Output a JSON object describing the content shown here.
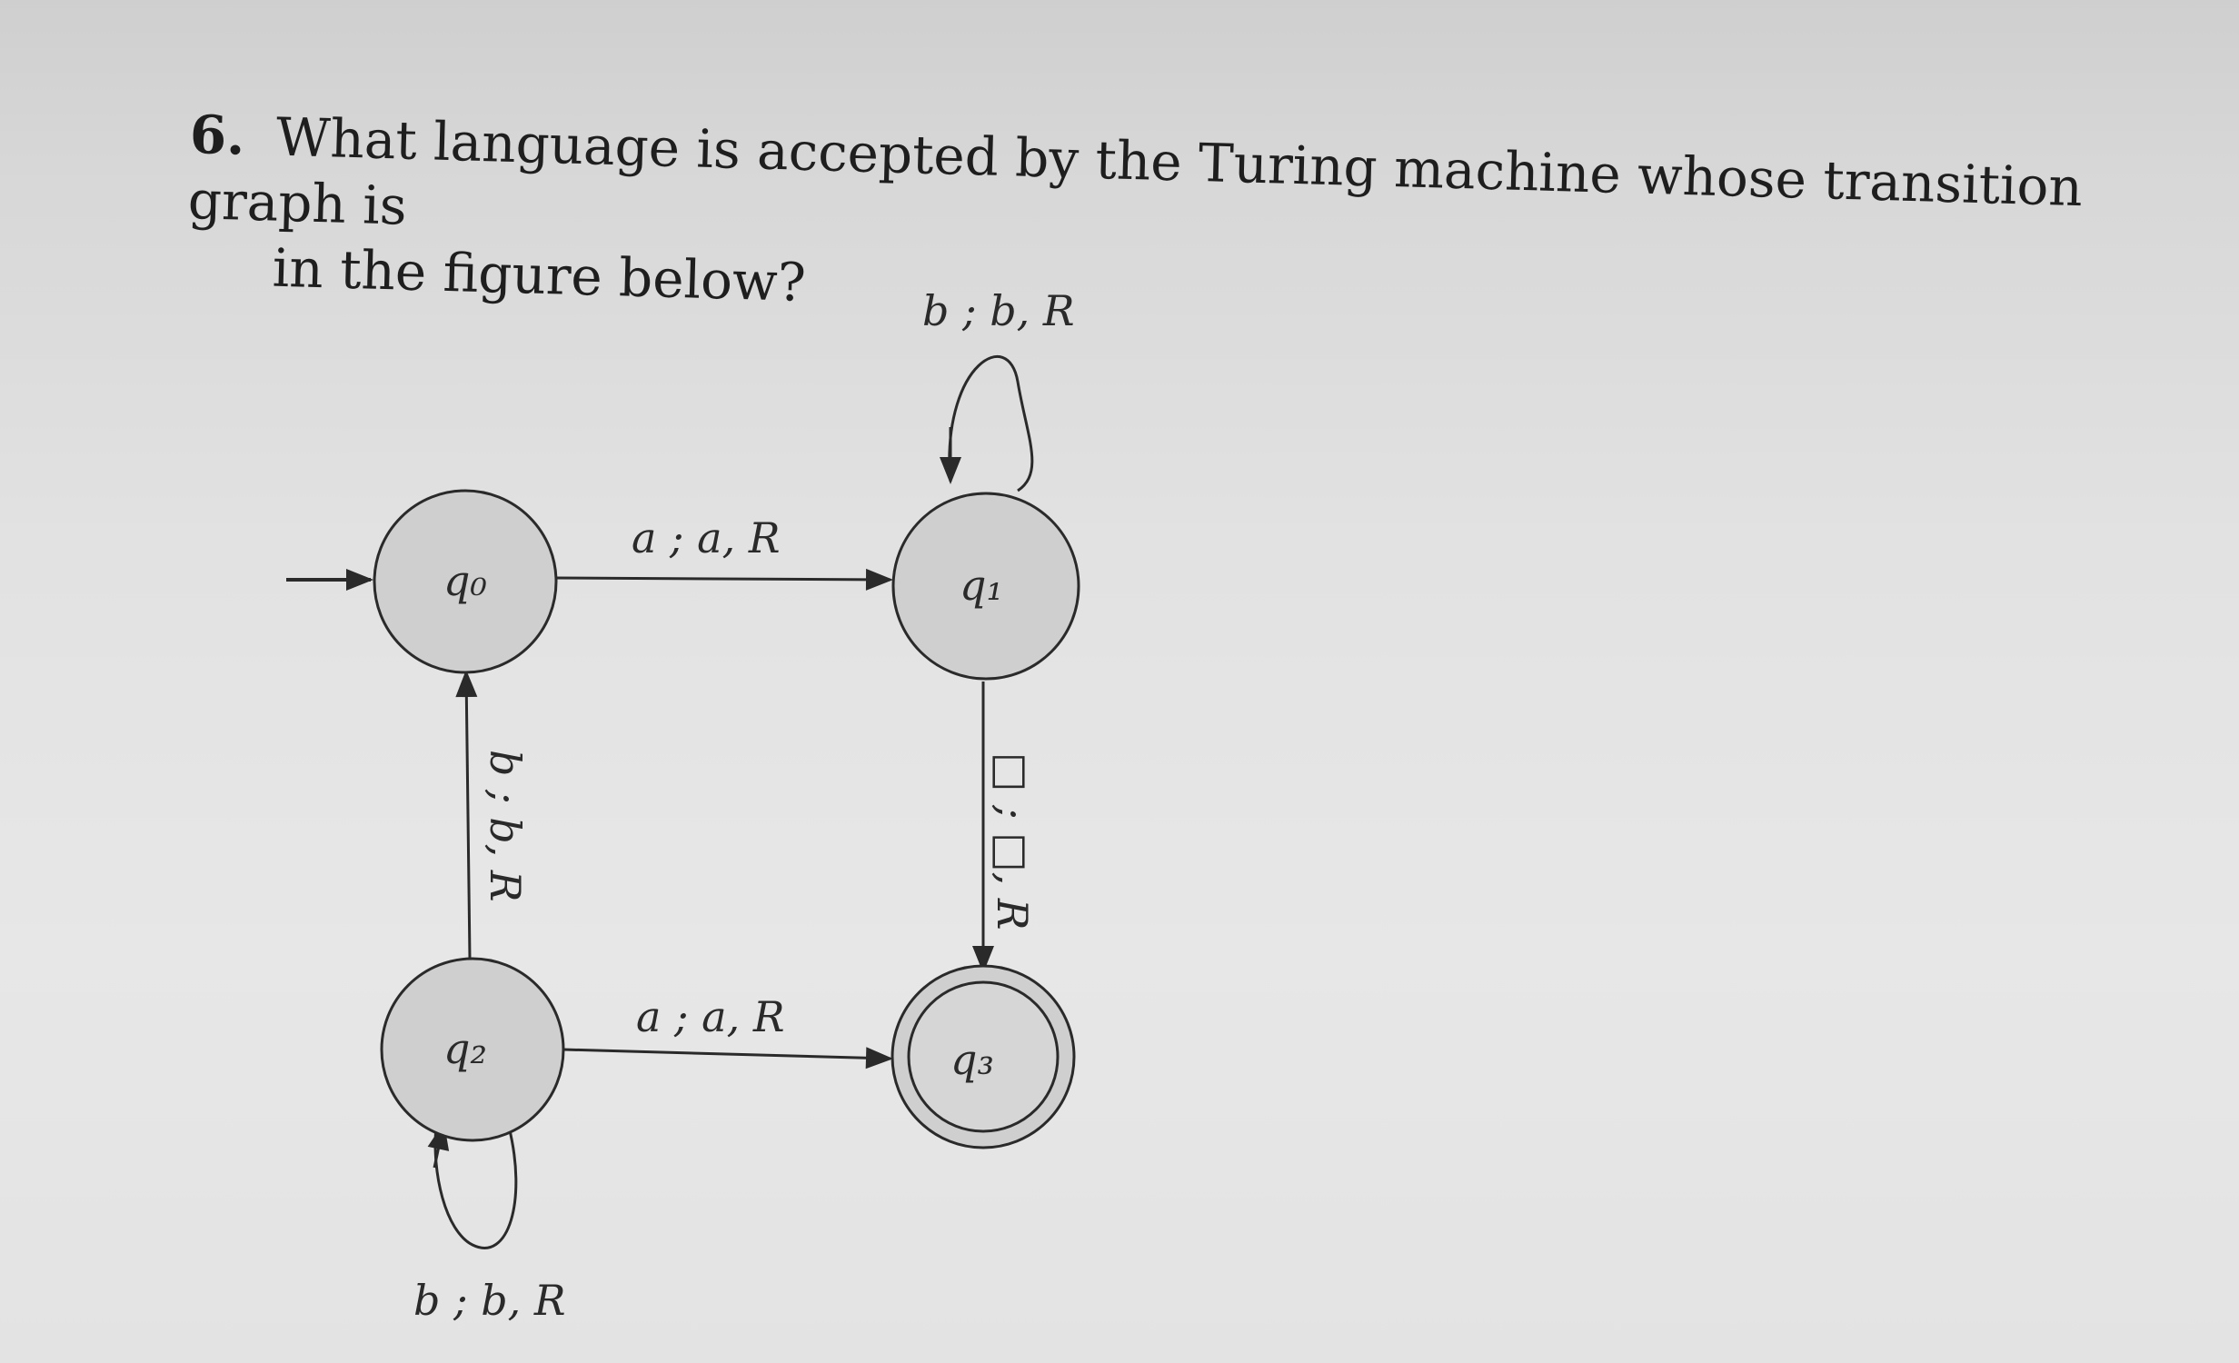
{
  "question": {
    "number": "6.",
    "line1": "What language is accepted by the Turing machine whose transition graph is",
    "line2": "in the figure below?"
  },
  "diagram": {
    "states": [
      {
        "id": "q0",
        "label": "q₀",
        "start": true,
        "accepting": false
      },
      {
        "id": "q1",
        "label": "q₁",
        "start": false,
        "accepting": false
      },
      {
        "id": "q2",
        "label": "q₂",
        "start": false,
        "accepting": false
      },
      {
        "id": "q3",
        "label": "q₃",
        "start": false,
        "accepting": true
      }
    ],
    "transitions": [
      {
        "from": "q0",
        "to": "q1",
        "label": "a ; a, R"
      },
      {
        "from": "q1",
        "to": "q1",
        "label": "b ; b, R"
      },
      {
        "from": "q1",
        "to": "q3",
        "label": "□ ; □, R"
      },
      {
        "from": "q2",
        "to": "q0",
        "label": "b ; b, R"
      },
      {
        "from": "q2",
        "to": "q2",
        "label": "b ; b, R"
      },
      {
        "from": "q2",
        "to": "q3",
        "label": "a ; a, R"
      }
    ]
  }
}
